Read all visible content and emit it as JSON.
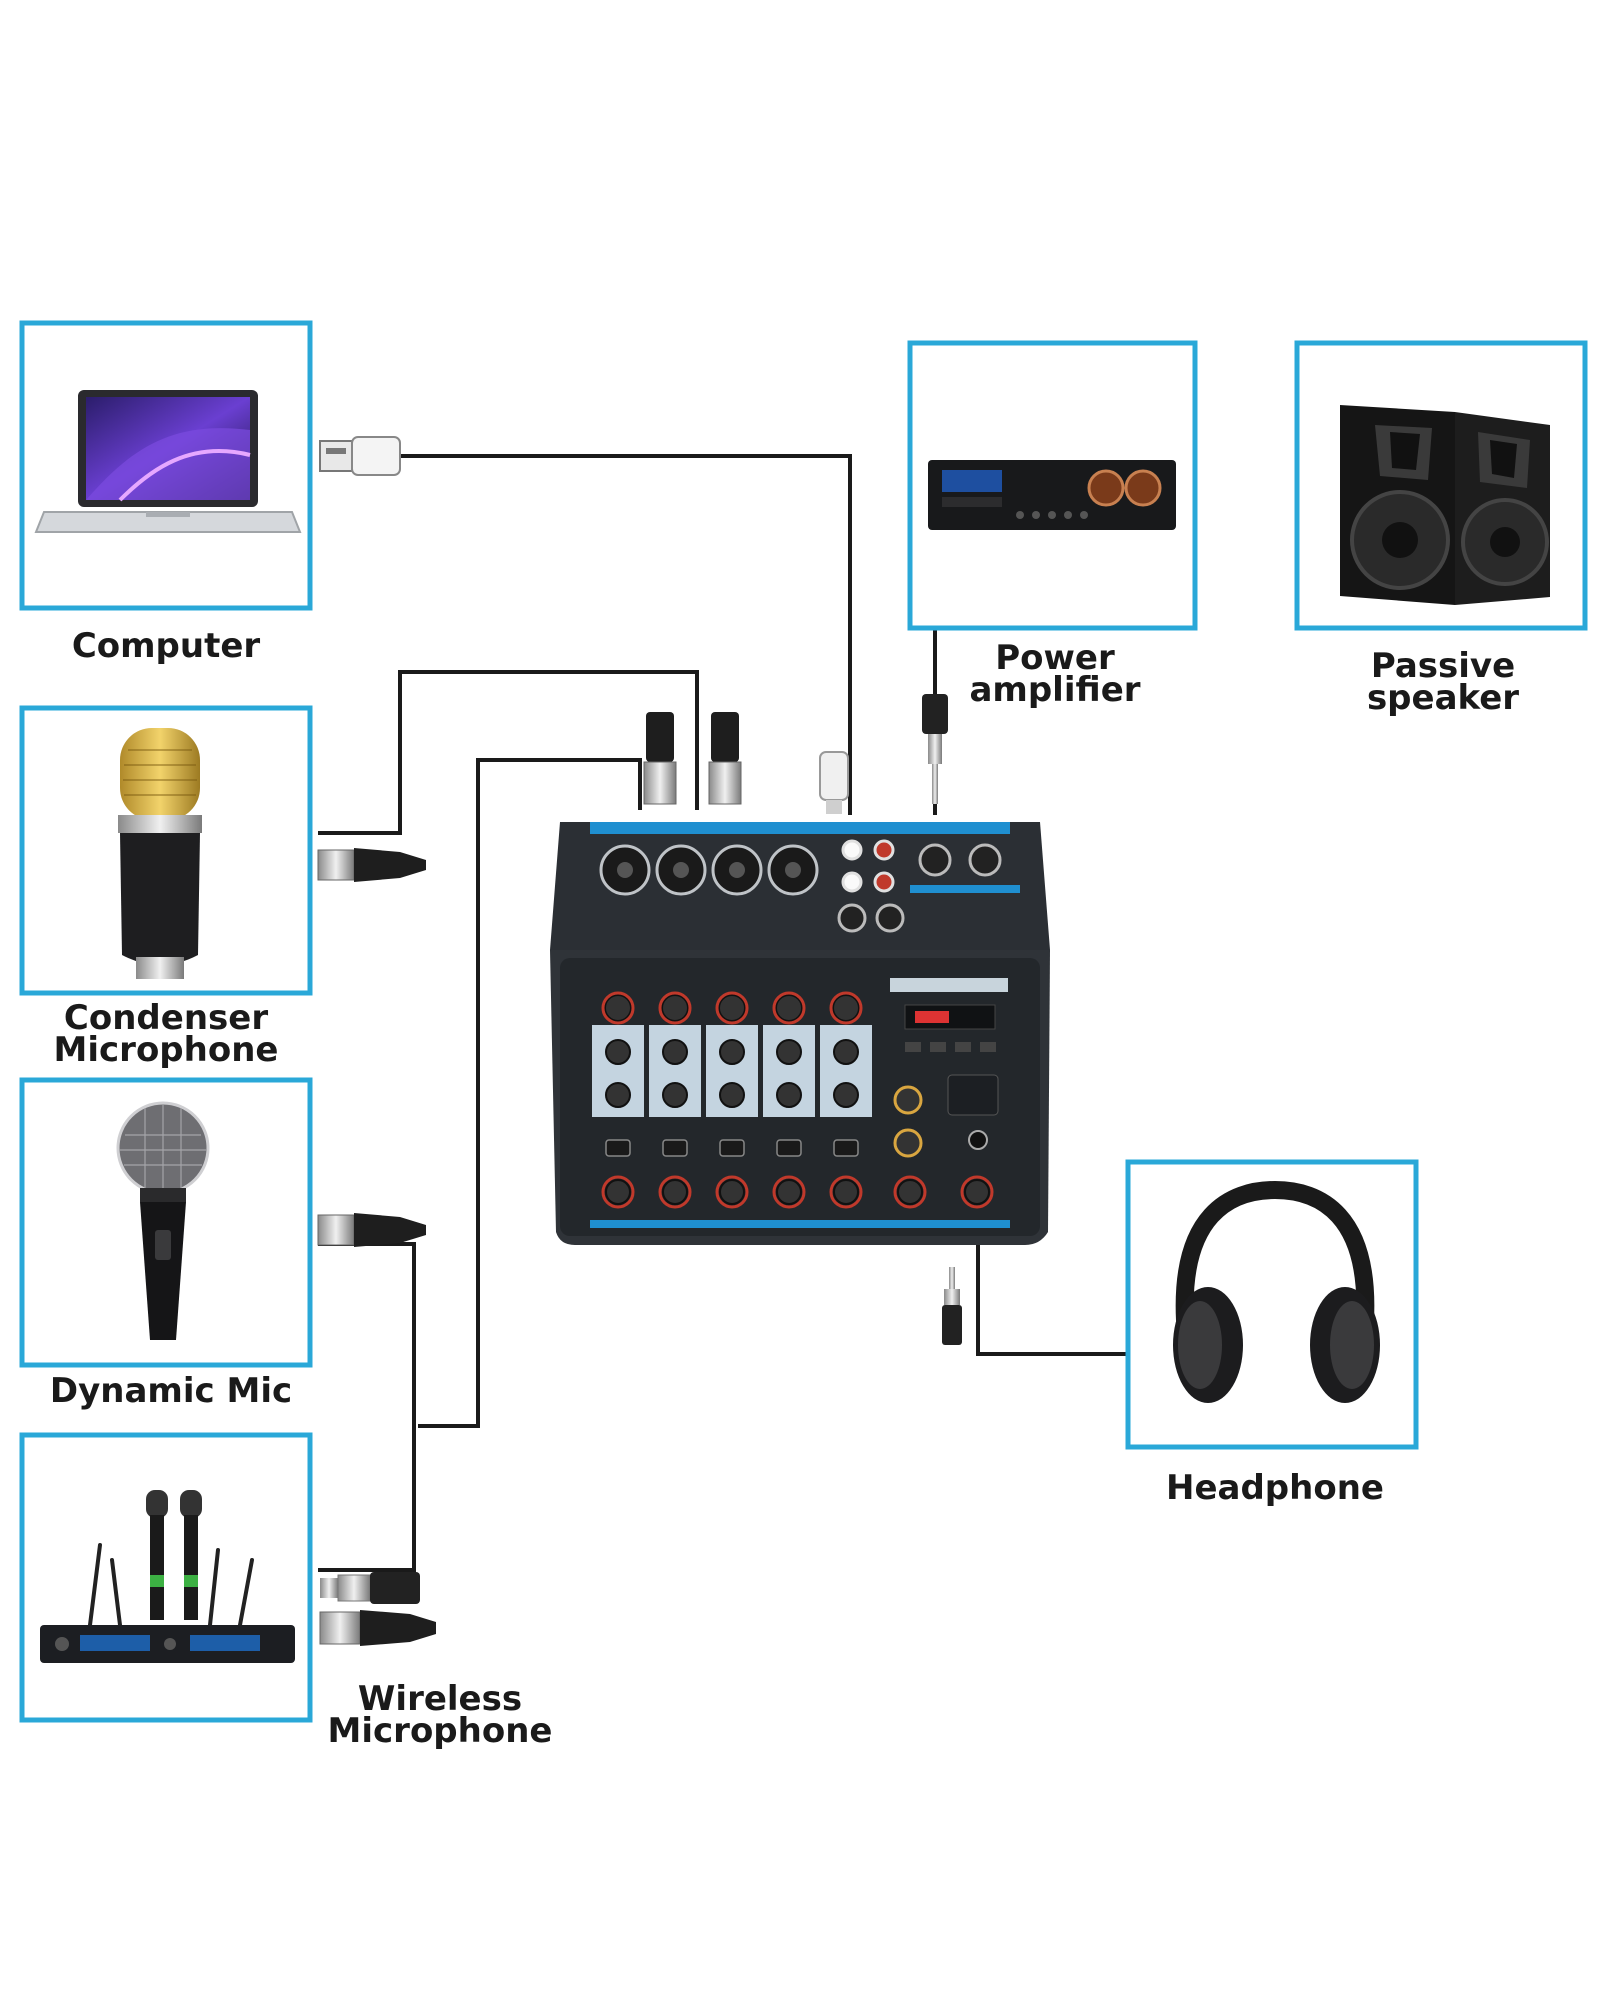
{
  "colors": {
    "frame": "#2aa8d8",
    "cable": "#1a1a1a",
    "mixer_body": "#2b2f34",
    "mixer_accent": "#1f8fd0",
    "knob_ring": "#c0392b"
  },
  "devices": {
    "computer": {
      "label": "Computer",
      "icon": "laptop-icon"
    },
    "condenser_mic": {
      "label_line1": "Condenser",
      "label_line2": "Microphone",
      "icon": "condenser-mic-icon"
    },
    "dynamic_mic": {
      "label": "Dynamic Mic",
      "icon": "dynamic-mic-icon"
    },
    "wireless_mic": {
      "label_line1": "Wireless",
      "label_line2": "Microphone",
      "icon": "wireless-receiver-icon"
    },
    "power_amp": {
      "label_line1": "Power",
      "label_line2": "amplifier",
      "icon": "amplifier-icon"
    },
    "passive_speaker": {
      "label_line1": "Passive",
      "label_line2": "speaker",
      "icon": "speaker-icon"
    },
    "headphone": {
      "label": "Headphone",
      "icon": "headphone-icon"
    }
  },
  "mixer": {
    "icon": "audio-mixer-icon"
  }
}
